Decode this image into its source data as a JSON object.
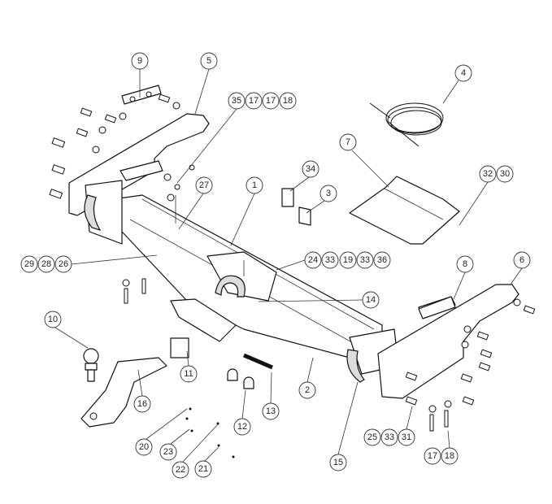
{
  "callouts": [
    "9",
    "5",
    "35",
    "17",
    "17",
    "18",
    "4",
    "7",
    "34",
    "3",
    "27",
    "1",
    "32",
    "30",
    "29",
    "28",
    "26",
    "24",
    "33",
    "19",
    "33",
    "36",
    "8",
    "6",
    "14",
    "10",
    "11",
    "16",
    "2",
    "13",
    "12",
    "20",
    "23",
    "22",
    "21",
    "15",
    "25",
    "33",
    "31",
    "17",
    "18"
  ]
}
